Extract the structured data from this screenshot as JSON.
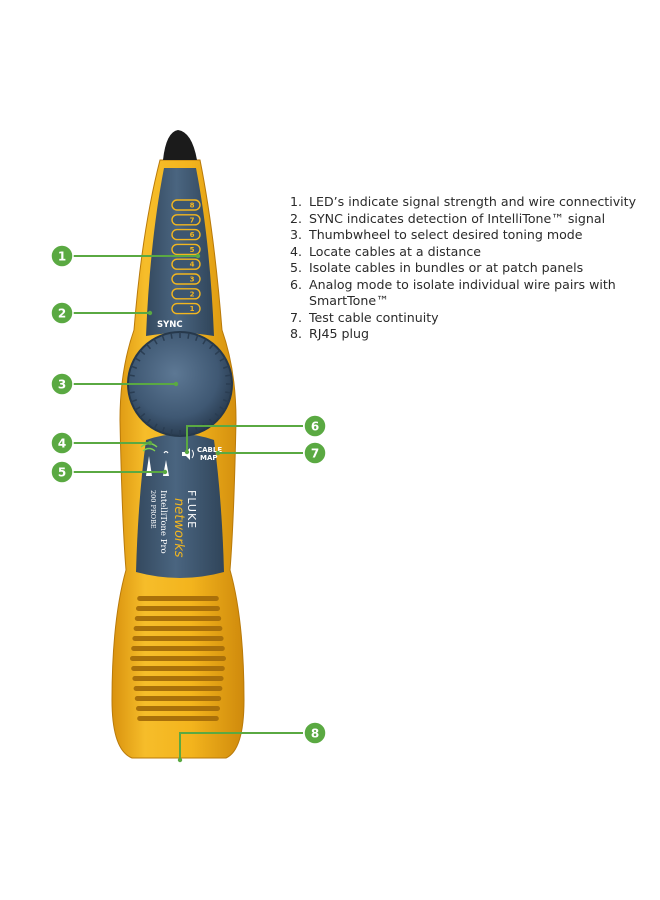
{
  "device": {
    "brand": "FLUKE",
    "brand_sub": "networks",
    "model": "IntelliTone Pro",
    "model_sub": "200 PROBE",
    "sync_label": "SYNC",
    "cable_label": "CABLE",
    "map_label": "MAP",
    "led_numbers": [
      "8",
      "7",
      "6",
      "5",
      "4",
      "3",
      "2",
      "1"
    ]
  },
  "callouts": [
    "1",
    "2",
    "3",
    "4",
    "5",
    "6",
    "7",
    "8"
  ],
  "legend": [
    {
      "num": "1.",
      "text": "LED’s indicate signal strength and wire connectivity"
    },
    {
      "num": "2.",
      "text": "SYNC indicates detection of IntelliTone™ signal"
    },
    {
      "num": "3.",
      "text": "Thumbwheel to select desired toning mode"
    },
    {
      "num": "4.",
      "text": "Locate cables at a distance"
    },
    {
      "num": "5.",
      "text": "Isolate cables in bundles or at patch panels"
    },
    {
      "num": "6.",
      "text": "Analog mode to isolate individual wire pairs with SmartTone™"
    },
    {
      "num": "7.",
      "text": "Test cable continuity"
    },
    {
      "num": "8.",
      "text": "RJ45 plug"
    }
  ],
  "colors": {
    "device_yellow": "#f2b21c",
    "panel_blue": "#3d5670",
    "callout_green": "#5aa942",
    "tip_black": "#1b1b1b"
  }
}
